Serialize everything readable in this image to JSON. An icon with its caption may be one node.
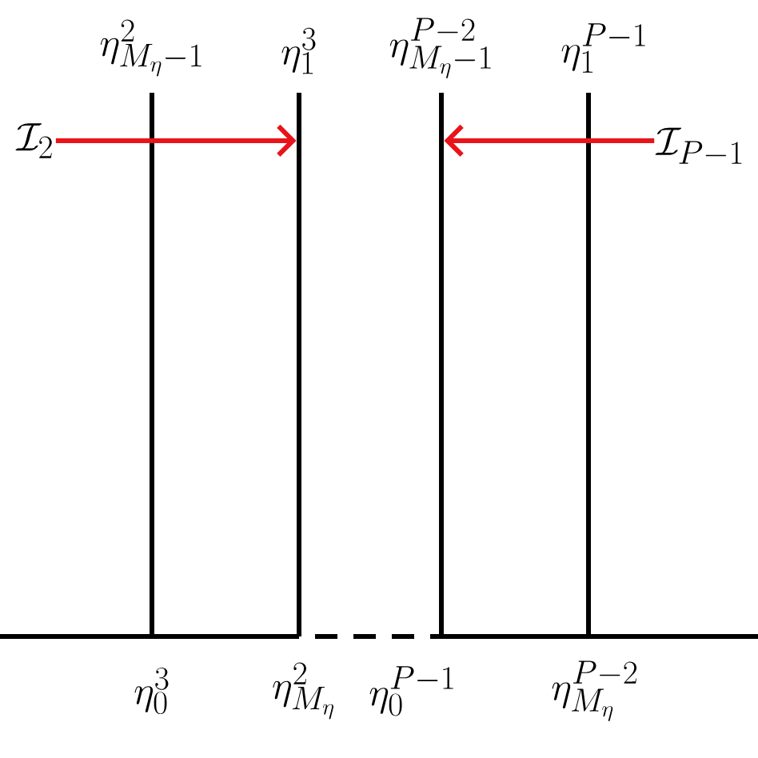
{
  "diagram": {
    "nodes": [
      {
        "text": [
          "\\mathcal{I}_2"
        ]
      },
      {
        "text": [
          "\\mathcal{I}_{P-1}"
        ]
      },
      {
        "text": [],
        "shape": "line"
      },
      {
        "text": [],
        "shape": "line"
      },
      {
        "text": [],
        "shape": "line"
      },
      {
        "text": [],
        "shape": "line"
      }
    ],
    "edges": [
      {
        "from": 0,
        "to": 3,
        "arrow": "to",
        "color": "#e8141c"
      },
      {
        "from": 1,
        "to": 4,
        "arrow": "to",
        "color": "#e8141c"
      }
    ],
    "labels": [
      "\\eta^{2}_{M_\\eta-1}",
      "\\eta^{3}_{1}",
      "\\eta^{P-2}_{M_\\eta-1}",
      "\\eta^{P-1}_{1}",
      "\\eta^{3}_{0}",
      "\\eta^{2}_{M_\\eta}",
      "\\eta^{P-1}_{0}",
      "\\eta^{P-2}_{M_\\eta}"
    ]
  }
}
